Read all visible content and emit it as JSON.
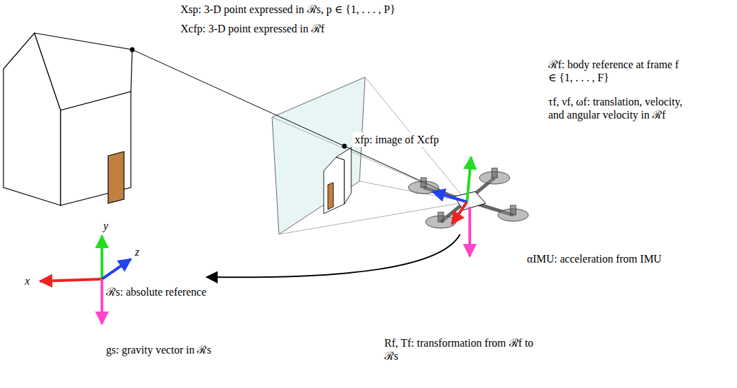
{
  "diagram": {
    "labels": [
      "Xsp: 3-D point expressed in ℛs, p ∈ {1, . . . , P}",
      "Xcfp: 3-D point expressed in ℛf",
      "xfp: image of Xcfp",
      "ℛf: body reference at frame f ∈ {1, . . . , F}",
      "τf, νf, ωf: translation, velocity, and angular velocity in ℛf",
      "αIMU: acceleration from IMU",
      "y",
      "z",
      "x",
      "ℛs: absolute reference",
      "gs: gravity vector in ℛs",
      "Rf, Tf: transformation from ℛf to ℛs"
    ]
  }
}
